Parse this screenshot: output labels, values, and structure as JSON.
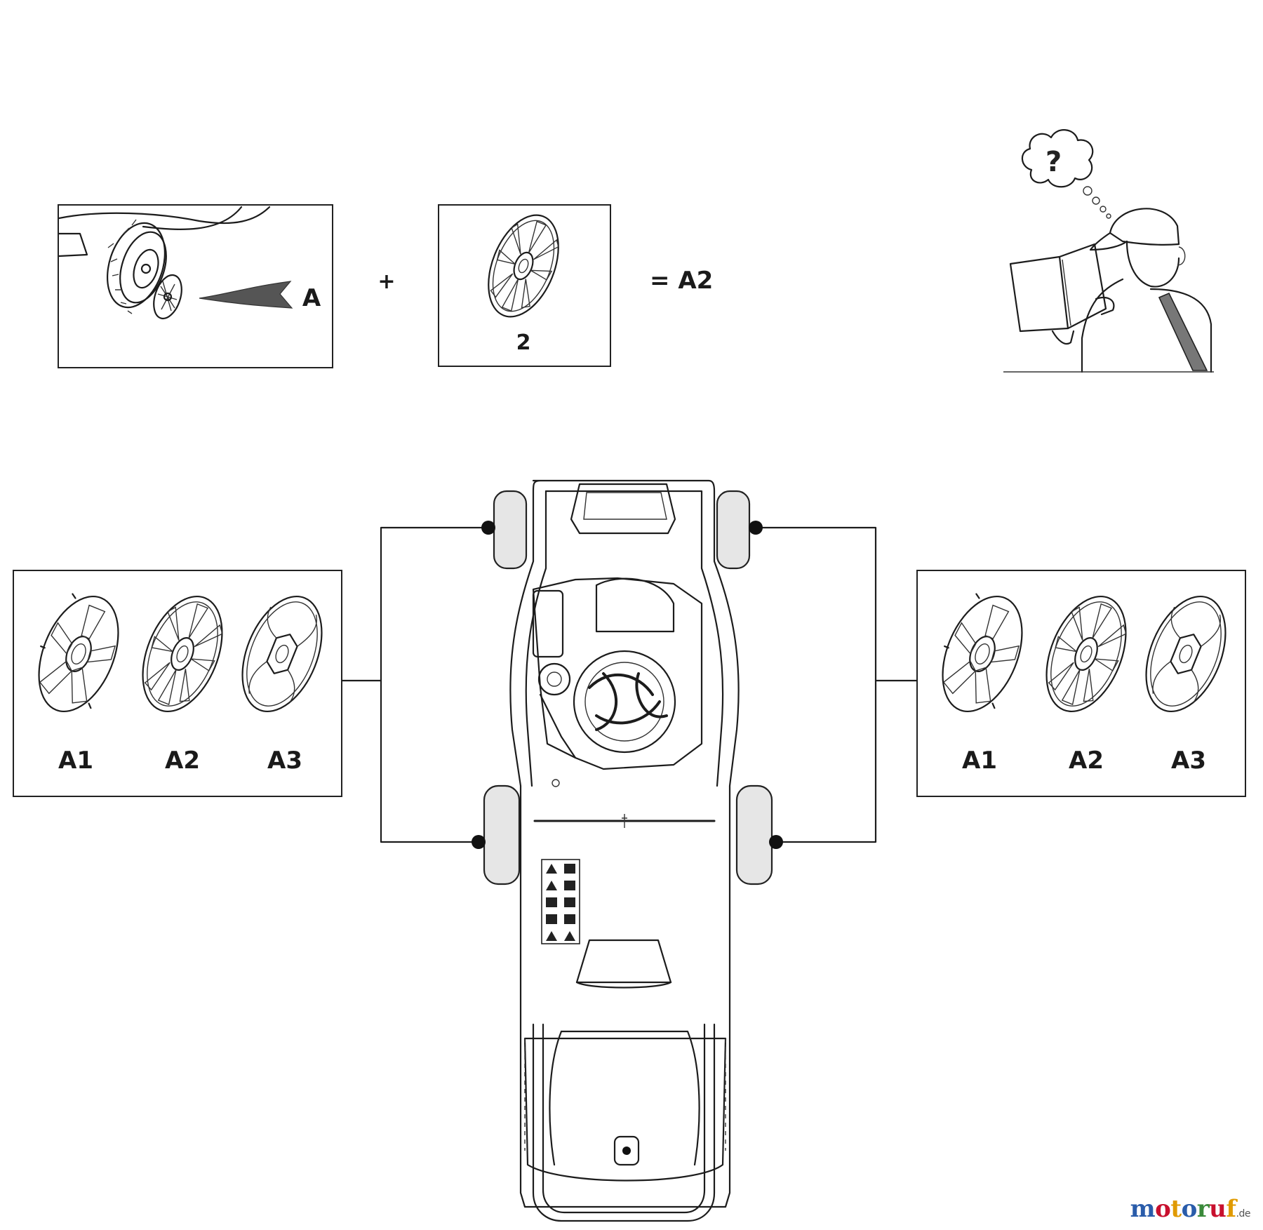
{
  "step": {
    "callout_label": "A",
    "plus_sign": "+",
    "part_number": "2",
    "result": "= A2"
  },
  "options_left": {
    "labels": [
      "A1",
      "A2",
      "A3"
    ]
  },
  "options_right": {
    "labels": [
      "A1",
      "A2",
      "A3"
    ]
  },
  "reader_icon": {
    "thought": "?"
  },
  "watermark": {
    "letters": [
      "m",
      "o",
      "t",
      "o",
      "r",
      "u",
      "f"
    ],
    "letter_colors": [
      "#2a5caa",
      "#c8102e",
      "#e09a00",
      "#2a5caa",
      "#3a8a3a",
      "#c8102e",
      "#e09a00"
    ],
    "suffix": ".de"
  }
}
